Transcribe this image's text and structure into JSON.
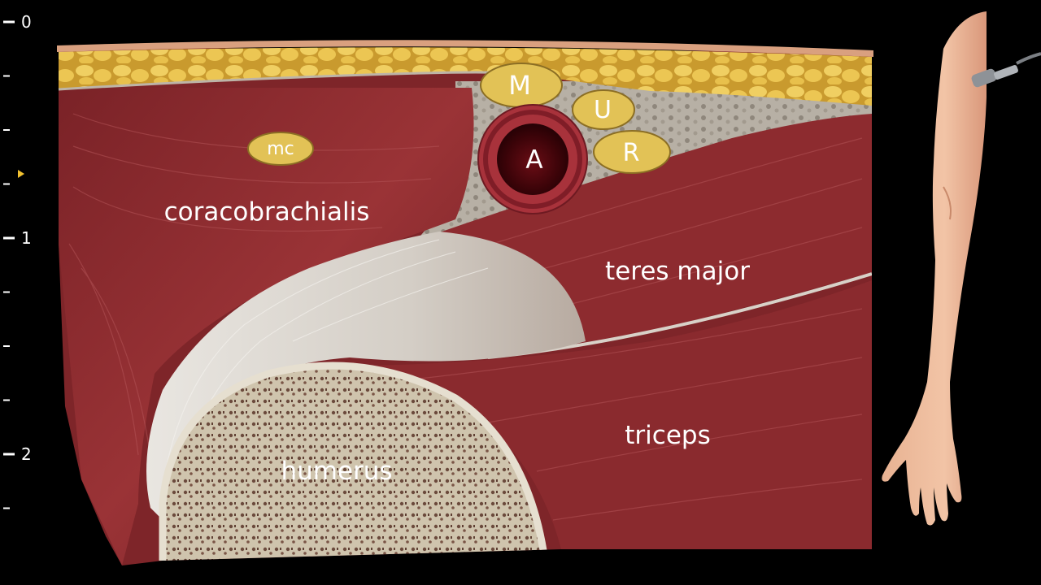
{
  "scale": {
    "major_labels": [
      "0",
      "1",
      "2"
    ],
    "marker_color": "#f2c230"
  },
  "labels": {
    "mc": "mc",
    "median": "M",
    "ulnar": "U",
    "radial": "R",
    "artery": "A",
    "coracobrachialis": "coracobrachialis",
    "teres_major": "teres major",
    "triceps": "triceps",
    "humerus": "humerus"
  },
  "colors": {
    "background": "#000000",
    "skin": "#d9a07f",
    "fat": "#e7c24e",
    "muscle": "#8a2a2d",
    "tendon": "#dcd7d0",
    "bone": "#cbc0a8",
    "nerve": "#e2c256",
    "artery": "#9b2a33",
    "label_text": "#ffffff"
  }
}
